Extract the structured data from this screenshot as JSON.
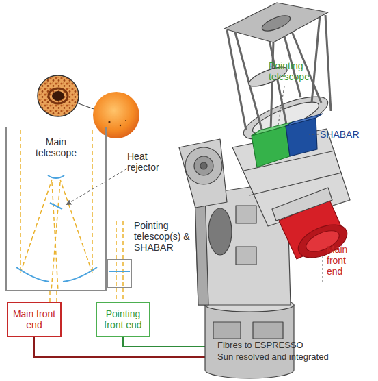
{
  "diagram": {
    "nodes": [
      {
        "text": [
          "Main telescope"
        ]
      },
      {
        "text": [
          "Pointing telescop(s) & SHABAR"
        ]
      },
      {
        "text": [
          "Main front end"
        ]
      },
      {
        "text": [
          "Pointing front end"
        ]
      }
    ],
    "edges": [
      {
        "from": 0,
        "to": 2,
        "arrow": "none"
      },
      {
        "from": 1,
        "to": 3,
        "arrow": "none"
      }
    ],
    "labels": [
      "Heat rejector",
      "Pointing telescope",
      "SHABAR",
      "Main front end",
      "Fibres to ESPRESSO",
      "Sun resolved and integrated"
    ]
  }
}
